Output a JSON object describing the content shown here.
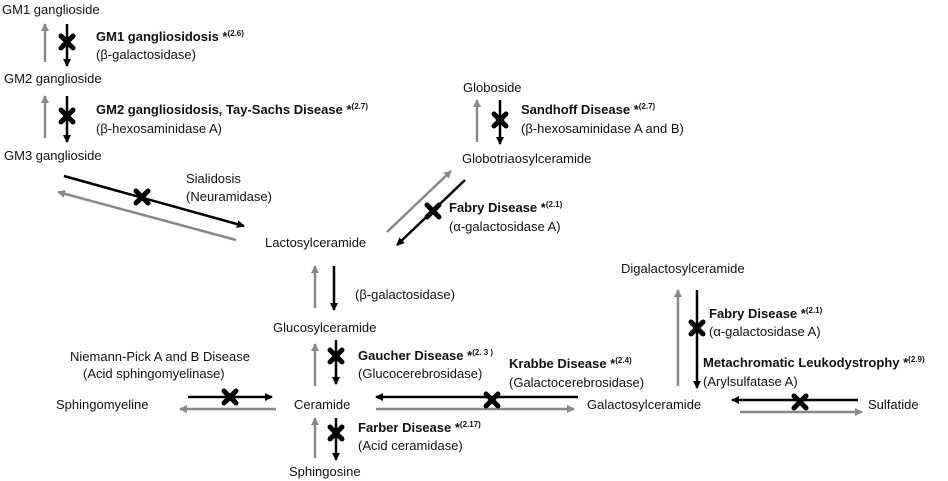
{
  "colors": {
    "forward": "#000000",
    "reverse": "#888888",
    "text": "#111111"
  },
  "compounds": {
    "gm1": "GM1 ganglioside",
    "gm2": "GM2 ganglioside",
    "gm3": "GM3 ganglioside",
    "globoside": "Globoside",
    "globotriaosylceramide": "Globotriaosylceramide",
    "lactosylceramide": "Lactosylceramide",
    "glucosylceramide": "Glucosylceramide",
    "ceramide": "Ceramide",
    "sphingomyeline": "Sphingomyeline",
    "sphingosine": "Sphingosine",
    "galactosylceramide": "Galactosylceramide",
    "digalactosylceramide": "Digalactosylceramide",
    "sulfatide": "Sulfatide"
  },
  "diseases": {
    "gm1": {
      "name": "GM1 gangliosidosis *",
      "ref": "(2.6)",
      "enzyme": "(β-galactosidase)"
    },
    "gm2": {
      "name": "GM2 gangliosidosis, Tay-Sachs Disease *",
      "ref": "(2.7)",
      "enzyme": "(β-hexosaminidase A)"
    },
    "sandhoff": {
      "name": "Sandhoff Disease *",
      "ref": "(2.7)",
      "enzyme": "(β-hexosaminidase A and B)"
    },
    "sialidosis": {
      "name": "Sialidosis",
      "enzyme": "(Neuramidase)"
    },
    "fabry1": {
      "name": "Fabry Disease *",
      "ref": "(2.1)",
      "enzyme": "(α-galactosidase A)"
    },
    "lactosyl_enzyme": "(β-galactosidase)",
    "niemann": {
      "name": "Niemann-Pick A and B Disease",
      "enzyme": "(Acid sphingomyelinase)"
    },
    "gaucher": {
      "name": "Gaucher Disease *",
      "ref": "(2. 3 )",
      "enzyme": "(Glucocerebrosidase)"
    },
    "krabbe": {
      "name": "Krabbe Disease *",
      "ref": "(2.4)",
      "enzyme": "(Galactocerebrosidase)"
    },
    "farber": {
      "name": "Farber Disease *",
      "ref": "(2.17)",
      "enzyme": "(Acid ceramidase)"
    },
    "fabry2": {
      "name": "Fabry Disease *",
      "ref": "(2.1)",
      "enzyme": "(α-galactosidase A)"
    },
    "mld": {
      "name": "Metachromatic Leukodystrophy *",
      "ref": "(2.9)",
      "enzyme": "(Arylsulfatase A)"
    }
  }
}
